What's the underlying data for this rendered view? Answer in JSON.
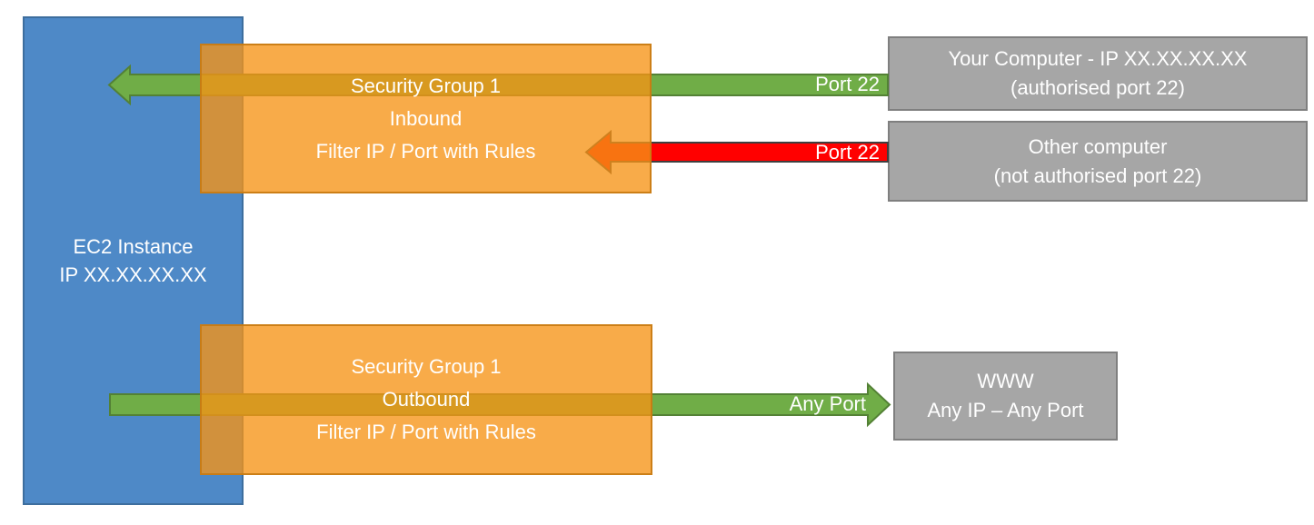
{
  "colors": {
    "blue_fill": "#4E89C7",
    "blue_border": "#3D6E9E",
    "orange_fill": "rgba(246,148,22,0.78)",
    "orange_border": "rgba(199,122,18,0.9)",
    "green_fill": "#70AD47",
    "green_border": "#538135",
    "red_fill": "#FF0000",
    "red_border": "#3F3F3F",
    "gray_fill": "#A6A6A6",
    "gray_border": "#7F7F7F",
    "label_text": "#FFFFFF"
  },
  "ec2": {
    "line1": "EC2 Instance",
    "line2": "IP XX.XX.XX.XX"
  },
  "inbound_group": {
    "line1": "Security Group 1",
    "line2": "Inbound",
    "line3": "Filter IP / Port with Rules"
  },
  "outbound_group": {
    "line1": "Security Group 1",
    "line2": "Outbound",
    "line3": "Filter IP / Port with Rules"
  },
  "your_computer": {
    "line1": "Your Computer - IP XX.XX.XX.XX",
    "line2": "(authorised port 22)"
  },
  "other_computer": {
    "line1": "Other computer",
    "line2": "(not authorised port 22)"
  },
  "www": {
    "line1": "WWW",
    "line2": "Any IP – Any Port"
  },
  "arrow_labels": {
    "inbound_allowed": "Port 22",
    "inbound_blocked": "Port 22",
    "outbound": "Any Port"
  }
}
